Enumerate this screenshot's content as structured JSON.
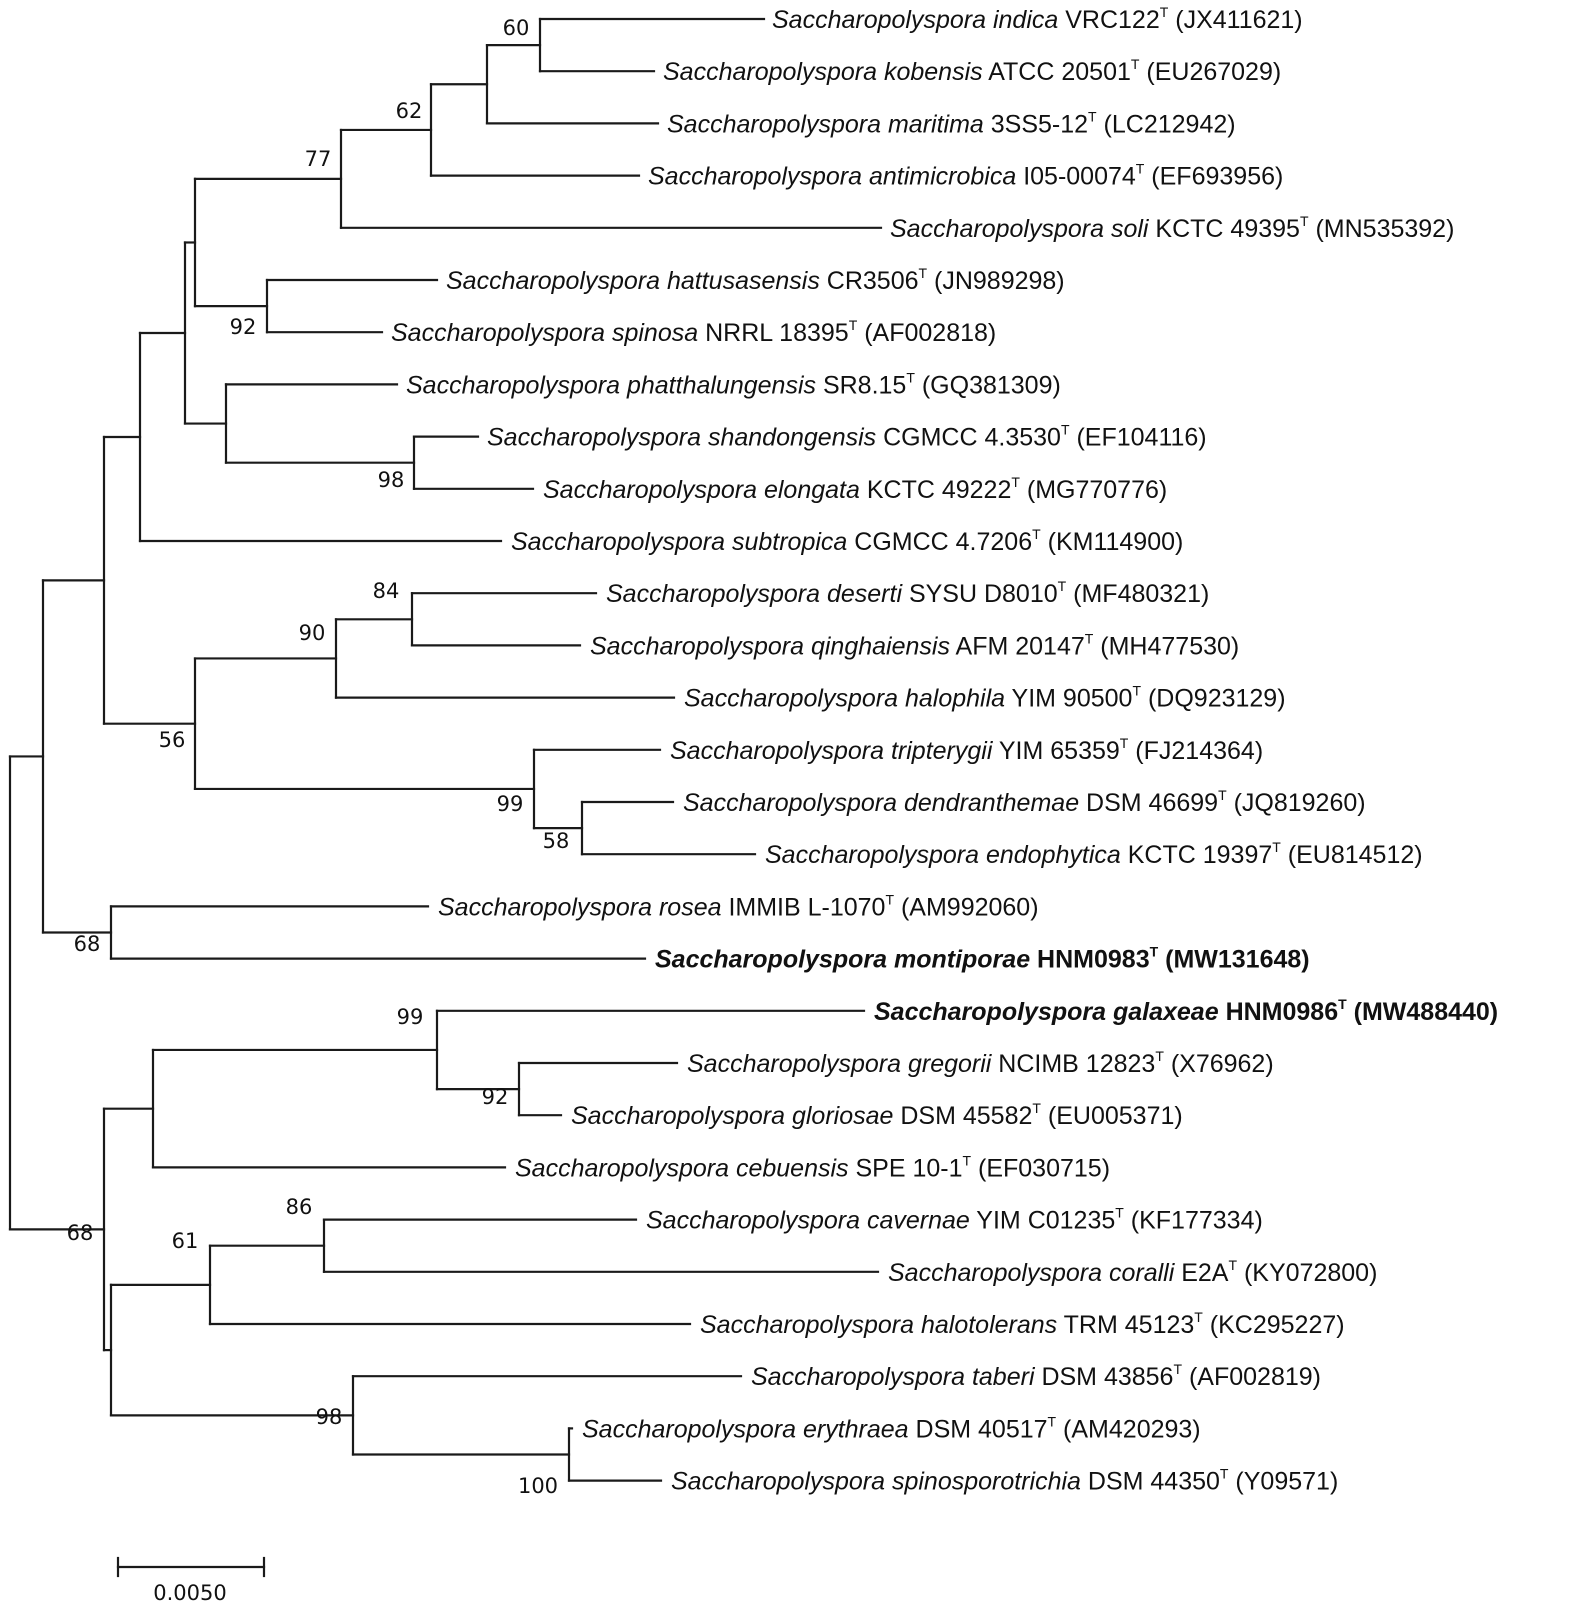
{
  "tree": {
    "taxa": [
      {
        "genus": "Saccharopolyspora",
        "species": "indica",
        "strain": "VRC122",
        "type_mark": "T",
        "accession": "(JX411621)"
      },
      {
        "genus": "Saccharopolyspora",
        "species": "kobensis",
        "strain": "ATCC 20501",
        "type_mark": "T",
        "accession": "(EU267029)"
      },
      {
        "genus": "Saccharopolyspora",
        "species": "maritima",
        "strain": "3SS5-12",
        "type_mark": "T",
        "accession": "(LC212942)"
      },
      {
        "genus": "Saccharopolyspora",
        "species": "antimicrobica",
        "strain": "I05-00074",
        "type_mark": "T",
        "accession": "(EF693956)"
      },
      {
        "genus": "Saccharopolyspora",
        "species": "soli",
        "strain": "KCTC 49395",
        "type_mark": "T",
        "accession": "(MN535392)"
      },
      {
        "genus": "Saccharopolyspora",
        "species": "hattusasensis",
        "strain": "CR3506",
        "type_mark": "T",
        "accession": "(JN989298)"
      },
      {
        "genus": "Saccharopolyspora",
        "species": "spinosa",
        "strain": "NRRL 18395",
        "type_mark": "T",
        "accession": "(AF002818)"
      },
      {
        "genus": "Saccharopolyspora",
        "species": "phatthalungensis",
        "strain": "SR8.15",
        "type_mark": "T",
        "accession": "(GQ381309)"
      },
      {
        "genus": "Saccharopolyspora",
        "species": "shandongensis",
        "strain": "CGMCC 4.3530",
        "type_mark": "T",
        "accession": "(EF104116)"
      },
      {
        "genus": "Saccharopolyspora",
        "species": "elongata",
        "strain": "KCTC 49222",
        "type_mark": "T",
        "accession": "(MG770776)"
      },
      {
        "genus": "Saccharopolyspora",
        "species": "subtropica",
        "strain": "CGMCC 4.7206",
        "type_mark": "T",
        "accession": "(KM114900)"
      },
      {
        "genus": "Saccharopolyspora",
        "species": "deserti",
        "strain": "SYSU D8010",
        "type_mark": "T",
        "accession": "(MF480321)"
      },
      {
        "genus": "Saccharopolyspora",
        "species": "qinghaiensis",
        "strain": "AFM 20147",
        "type_mark": "T",
        "accession": "(MH477530)"
      },
      {
        "genus": "Saccharopolyspora",
        "species": "halophila",
        "strain": "YIM 90500",
        "type_mark": "T",
        "accession": "(DQ923129)"
      },
      {
        "genus": "Saccharopolyspora",
        "species": "tripterygii",
        "strain": "YIM 65359",
        "type_mark": "T",
        "accession": "(FJ214364)"
      },
      {
        "genus": "Saccharopolyspora",
        "species": "dendranthemae",
        "strain": "DSM 46699",
        "type_mark": "T",
        "accession": "(JQ819260)"
      },
      {
        "genus": "Saccharopolyspora",
        "species": "endophytica",
        "strain": "KCTC 19397",
        "type_mark": "T",
        "accession": "(EU814512)"
      },
      {
        "genus": "Saccharopolyspora",
        "species": "rosea",
        "strain": "IMMIB L-1070",
        "type_mark": "T",
        "accession": "(AM992060)"
      },
      {
        "genus": "Saccharopolyspora",
        "species": "montiporae",
        "strain": "HNM0983",
        "type_mark": "T",
        "accession": "(MW131648)",
        "bold": true
      },
      {
        "genus": "Saccharopolyspora",
        "species": "galaxeae",
        "strain": "HNM0986",
        "type_mark": "T",
        "accession": "(MW488440)",
        "bold": true
      },
      {
        "genus": "Saccharopolyspora",
        "species": "gregorii",
        "strain": "NCIMB 12823",
        "type_mark": "T",
        "accession": "(X76962)"
      },
      {
        "genus": "Saccharopolyspora",
        "species": "gloriosae",
        "strain": "DSM 45582",
        "type_mark": "T",
        "accession": "(EU005371)"
      },
      {
        "genus": "Saccharopolyspora",
        "species": "cebuensis",
        "strain": "SPE 10-1",
        "type_mark": "T",
        "accession": "(EF030715)"
      },
      {
        "genus": "Saccharopolyspora",
        "species": "cavernae",
        "strain": "YIM C01235",
        "type_mark": "T",
        "accession": "(KF177334)"
      },
      {
        "genus": "Saccharopolyspora",
        "species": "coralli",
        "strain": "E2A",
        "type_mark": "T",
        "accession": "(KY072800)"
      },
      {
        "genus": "Saccharopolyspora",
        "species": "halotolerans",
        "strain": "TRM 45123",
        "type_mark": "T",
        "accession": "(KC295227)"
      },
      {
        "genus": "Saccharopolyspora",
        "species": "taberi",
        "strain": "DSM 43856",
        "type_mark": "T",
        "accession": "(AF002819)"
      },
      {
        "genus": "Saccharopolyspora",
        "species": "erythraea",
        "strain": "DSM 40517",
        "type_mark": "T",
        "accession": "(AM420293)"
      },
      {
        "genus": "Saccharopolyspora",
        "species": "spinosporotrichia",
        "strain": "DSM 44350",
        "type_mark": "T",
        "accession": "(Y09571)"
      }
    ],
    "bootstrap_values": [
      "60",
      "62",
      "77",
      "92",
      "98",
      "84",
      "90",
      "56",
      "99",
      "58",
      "68",
      "99",
      "92",
      "86",
      "61",
      "68",
      "98",
      "100"
    ],
    "scale_bar": {
      "label": "0.0050"
    }
  }
}
